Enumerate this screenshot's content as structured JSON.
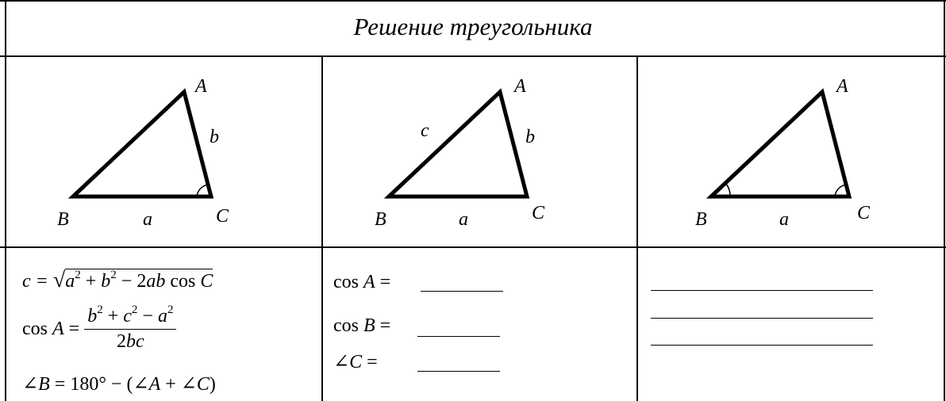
{
  "title": "Решение треугольника",
  "triangles": [
    {
      "labels": {
        "A": "A",
        "B": "B",
        "C": "C",
        "a": "a",
        "b": "b"
      }
    },
    {
      "labels": {
        "A": "A",
        "B": "B",
        "C": "C",
        "a": "a",
        "b": "b",
        "c": "c"
      }
    },
    {
      "labels": {
        "A": "A",
        "B": "B",
        "C": "C",
        "a": "a"
      }
    }
  ],
  "col1": {
    "f1_lhs": "c = ",
    "f1_rad_a": "a",
    "f1_rad_exp1": "2",
    "f1_rad_plus": " + ",
    "f1_rad_b": "b",
    "f1_rad_exp2": "2",
    "f1_rad_rest": " − 2",
    "f1_rad_ab": "ab",
    "f1_rad_cos": " cos ",
    "f1_rad_C": "C",
    "f2_lhs_cos": "cos ",
    "f2_lhs_A": "A",
    "f2_eq": " = ",
    "f2_num_b": "b",
    "f2_num_e1": "2",
    "f2_num_plus": " + ",
    "f2_num_c": "c",
    "f2_num_e2": "2",
    "f2_num_minus": " − ",
    "f2_num_a": "a",
    "f2_num_e3": "2",
    "f2_den_2": "2",
    "f2_den_bc": "bc",
    "f3_angle": "∠",
    "f3_B": "B",
    "f3_eq": " = 180° − (",
    "f3_angle2": "∠",
    "f3_A": "A",
    "f3_plus": " + ",
    "f3_angle3": "∠",
    "f3_C": "C",
    "f3_close": ")"
  },
  "col2": {
    "l1_cos": "cos ",
    "l1_A": "A",
    "l1_eq": " =",
    "l2_cos": "cos ",
    "l2_B": "B",
    "l2_eq": " =",
    "l3_angle": "∠",
    "l3_C": "C",
    "l3_eq": " ="
  }
}
